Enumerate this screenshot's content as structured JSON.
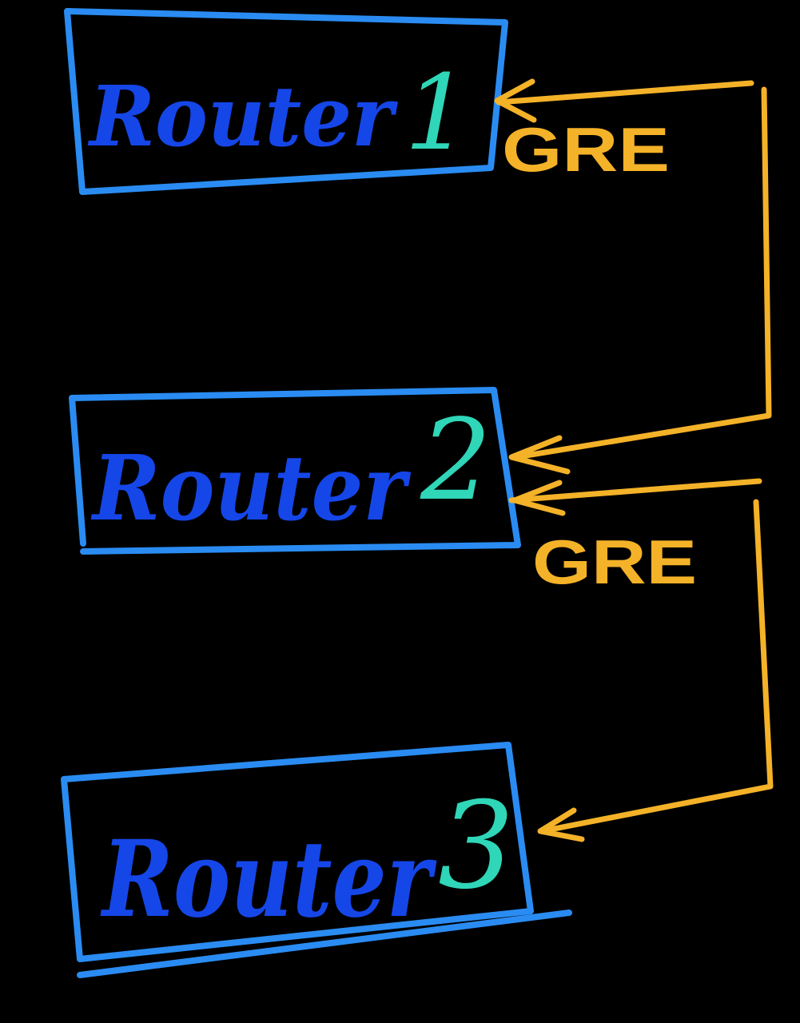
{
  "routers": [
    {
      "word": "Router",
      "number": "1"
    },
    {
      "word": "Router",
      "number": "2"
    },
    {
      "word": "Router",
      "number": "3"
    }
  ],
  "tunnels": [
    {
      "label": "GRE",
      "from": "Router 1",
      "to": "Router 2"
    },
    {
      "label": "GRE",
      "from": "Router 2",
      "to": "Router 3"
    }
  ],
  "colors": {
    "background": "#000000",
    "box_stroke": "#2a8cf2",
    "router_text": "#1546e8",
    "router_number": "#2fd6b8",
    "tunnel": "#f4b228"
  }
}
